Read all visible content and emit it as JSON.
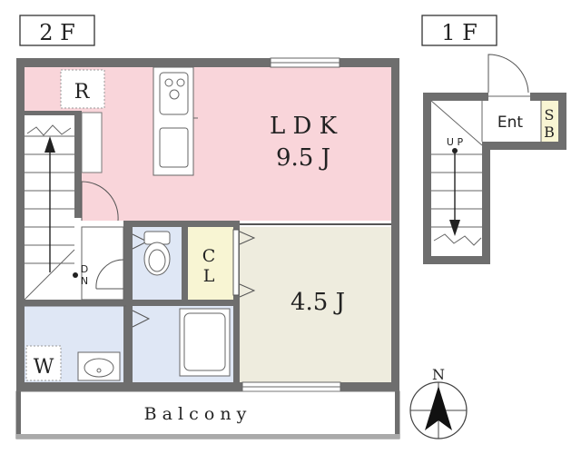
{
  "floors": {
    "upper": {
      "label": "2 F"
    },
    "lower": {
      "label": "1 F"
    }
  },
  "rooms": {
    "ldk": {
      "name": "L D K",
      "size": "9.5 J",
      "color": "#f9d5da"
    },
    "bedroom": {
      "size": "4.5 J",
      "color": "#eeecde"
    },
    "closet": {
      "code": "C",
      "code2": "L",
      "color": "#f8f5d3"
    },
    "roof_balcony": {
      "code": "R"
    },
    "washer": {
      "code": "W"
    },
    "bath_area": {
      "color": "#dfe7f5"
    },
    "balcony": {
      "name": "B a l c o n y"
    },
    "entrance": {
      "name": "Ent"
    },
    "shoe_box": {
      "code": "S",
      "code2": "B",
      "color": "#f8f5d3"
    }
  },
  "stairs": {
    "down": {
      "d": "D",
      "n": "N"
    },
    "up": {
      "label": "U P"
    }
  },
  "compass": {
    "north": "N"
  }
}
